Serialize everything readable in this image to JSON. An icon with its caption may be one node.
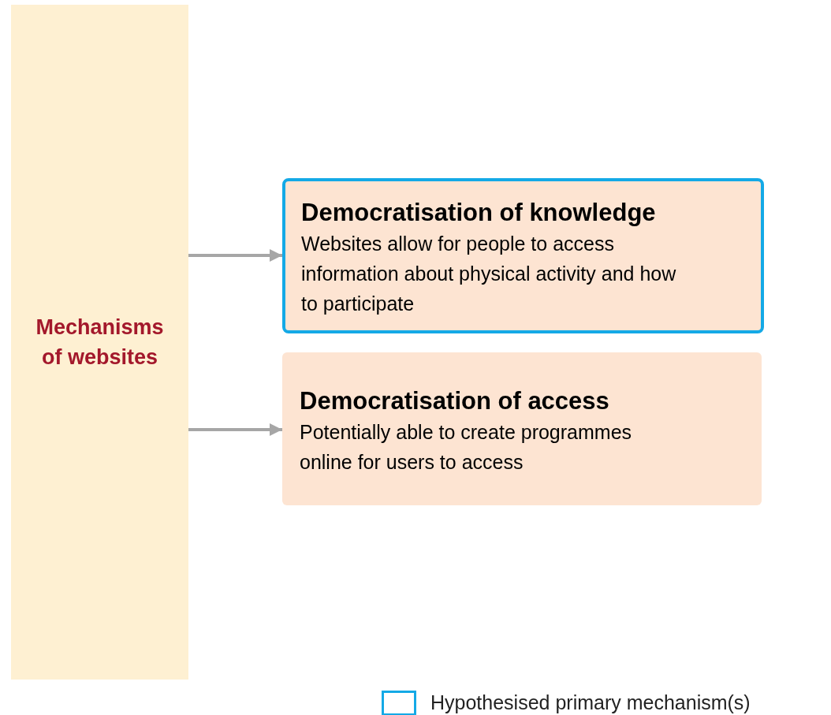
{
  "diagram": {
    "nodes": [
      {
        "text": [
          "Mechanisms of websites"
        ]
      },
      {
        "text": [
          "Democratisation of knowledge",
          "Websites allow for people to access information about physical activity and how to participate"
        ]
      },
      {
        "text": [
          "Democratisation of access",
          "Potentially able to create programmes online for users to access"
        ]
      }
    ],
    "edges": [
      {
        "from": 0,
        "to": 1,
        "arrow": "to"
      },
      {
        "from": 0,
        "to": 2,
        "arrow": "to"
      }
    ],
    "legend": [
      {
        "text": "Hypothesised primary mechanism(s)"
      }
    ]
  }
}
